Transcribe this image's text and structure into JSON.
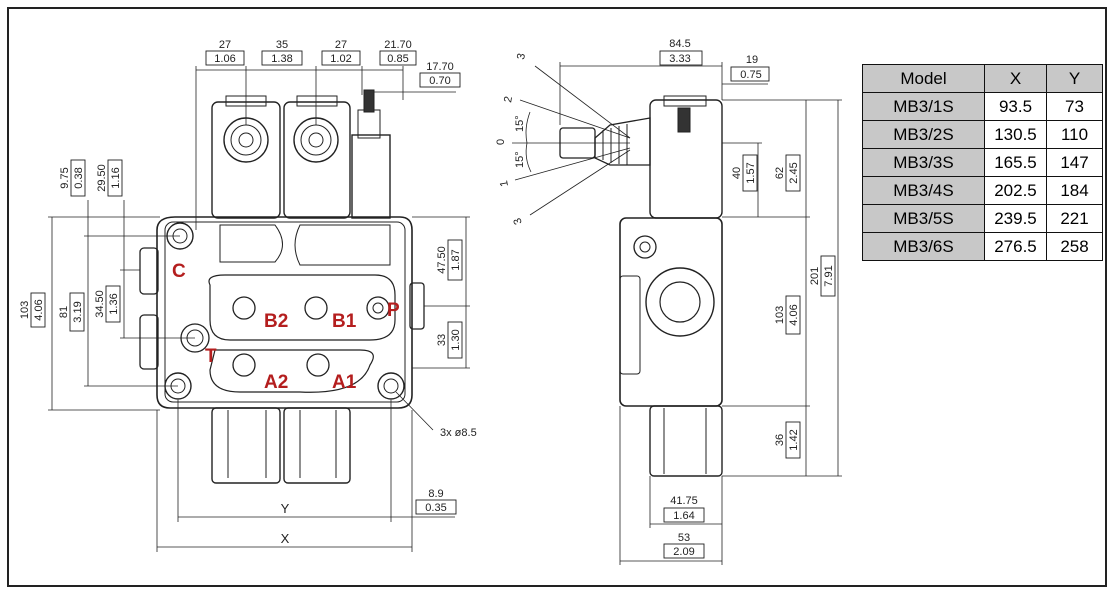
{
  "front_view": {
    "dims_top": [
      {
        "mm": "27",
        "in": "1.06"
      },
      {
        "mm": "35",
        "in": "1.38"
      },
      {
        "mm": "27",
        "in": "1.02"
      },
      {
        "mm": "21.70",
        "in": "0.85"
      }
    ],
    "dim_1770": {
      "mm": "17.70",
      "in": "0.70"
    },
    "dim_975": {
      "mm": "9.75",
      "in": "0.38"
    },
    "dim_2950": {
      "mm": "29.50",
      "in": "1.16"
    },
    "dim_103": {
      "mm": "103",
      "in": "4.06"
    },
    "dim_81": {
      "mm": "81",
      "in": "3.19"
    },
    "dim_3450": {
      "mm": "34.50",
      "in": "1.36"
    },
    "dim_4750": {
      "mm": "47.50",
      "in": "1.87"
    },
    "dim_33": {
      "mm": "33",
      "in": "1.30"
    },
    "dim_89": {
      "mm": "8.9",
      "in": "0.35"
    },
    "hole_note": "3x ø8.5",
    "y_label": "Y",
    "x_label": "X",
    "ports": {
      "c": "C",
      "b2": "B2",
      "b1": "B1",
      "p": "P",
      "t": "T",
      "a2": "A2",
      "a1": "A1"
    }
  },
  "side_view": {
    "dim_845": {
      "mm": "84.5",
      "in": "3.33"
    },
    "dim_19": {
      "mm": "19",
      "in": "0.75"
    },
    "dim_40": {
      "mm": "40",
      "in": "1.57"
    },
    "dim_62": {
      "mm": "62",
      "in": "2.45"
    },
    "dim_201": {
      "mm": "201",
      "in": "7.91"
    },
    "dim_103": {
      "mm": "103",
      "in": "4.06"
    },
    "dim_36": {
      "mm": "36",
      "in": "1.42"
    },
    "dim_4175": {
      "mm": "41.75",
      "in": "1.64"
    },
    "dim_53": {
      "mm": "53",
      "in": "2.09"
    },
    "lever_positions": [
      "3",
      "2",
      "0",
      "1",
      "3"
    ],
    "angles": [
      "15°",
      "15°"
    ]
  },
  "model_table": {
    "headers": [
      "Model",
      "X",
      "Y"
    ],
    "rows": [
      {
        "model": "MB3/1S",
        "x": "93.5",
        "y": "73"
      },
      {
        "model": "MB3/2S",
        "x": "130.5",
        "y": "110"
      },
      {
        "model": "MB3/3S",
        "x": "165.5",
        "y": "147"
      },
      {
        "model": "MB3/4S",
        "x": "202.5",
        "y": "184"
      },
      {
        "model": "MB3/5S",
        "x": "239.5",
        "y": "221"
      },
      {
        "model": "MB3/6S",
        "x": "276.5",
        "y": "258"
      }
    ]
  }
}
